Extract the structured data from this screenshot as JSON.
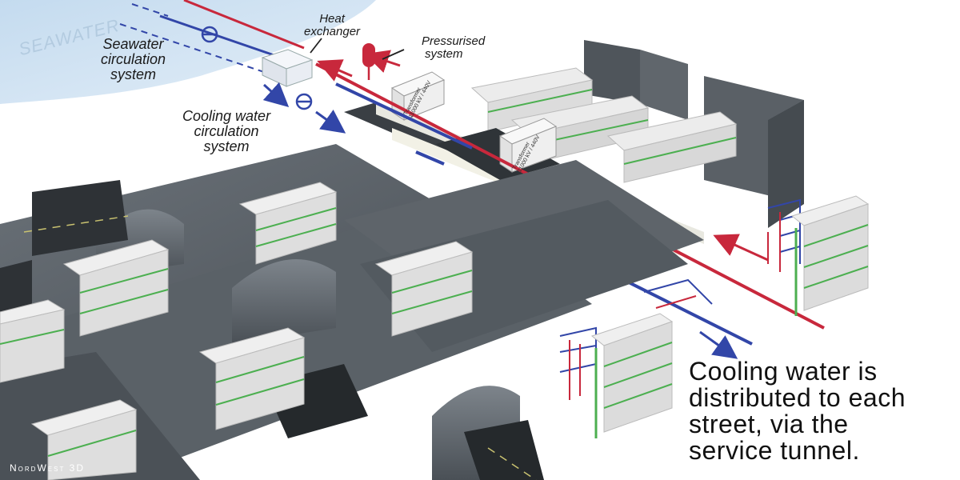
{
  "labels": {
    "seawater": "SEAWATER",
    "heat_exchanger": [
      "Heat",
      "exchanger"
    ],
    "pressurised_system": [
      "Pressurised",
      "system"
    ],
    "seawater_circulation": [
      "Seawater",
      "circulation",
      "system"
    ],
    "cooling_circulation": [
      "Cooling water",
      "circulation",
      "system"
    ],
    "distribution_note": [
      "Cooling water is",
      "distributed to each",
      "street, via the",
      "service tunnel."
    ]
  },
  "transformer_tags": [
    [
      "Transformer",
      "11000 kV / 440V"
    ],
    [
      "Transformer",
      "11000 kV / 440V"
    ]
  ],
  "watermark": "NordWest 3D",
  "colors": {
    "supply_pipe": "#c8283c",
    "return_pipe": "#3246a8",
    "sea": "#cfe2f3",
    "tunnel": "#555c63",
    "rack_frame": "#4caf50",
    "cabinet": "#ececec"
  },
  "icons": [
    "pump-icon",
    "pressure-tank-icon",
    "heat-exchanger-icon",
    "flow-arrow-icon"
  ]
}
